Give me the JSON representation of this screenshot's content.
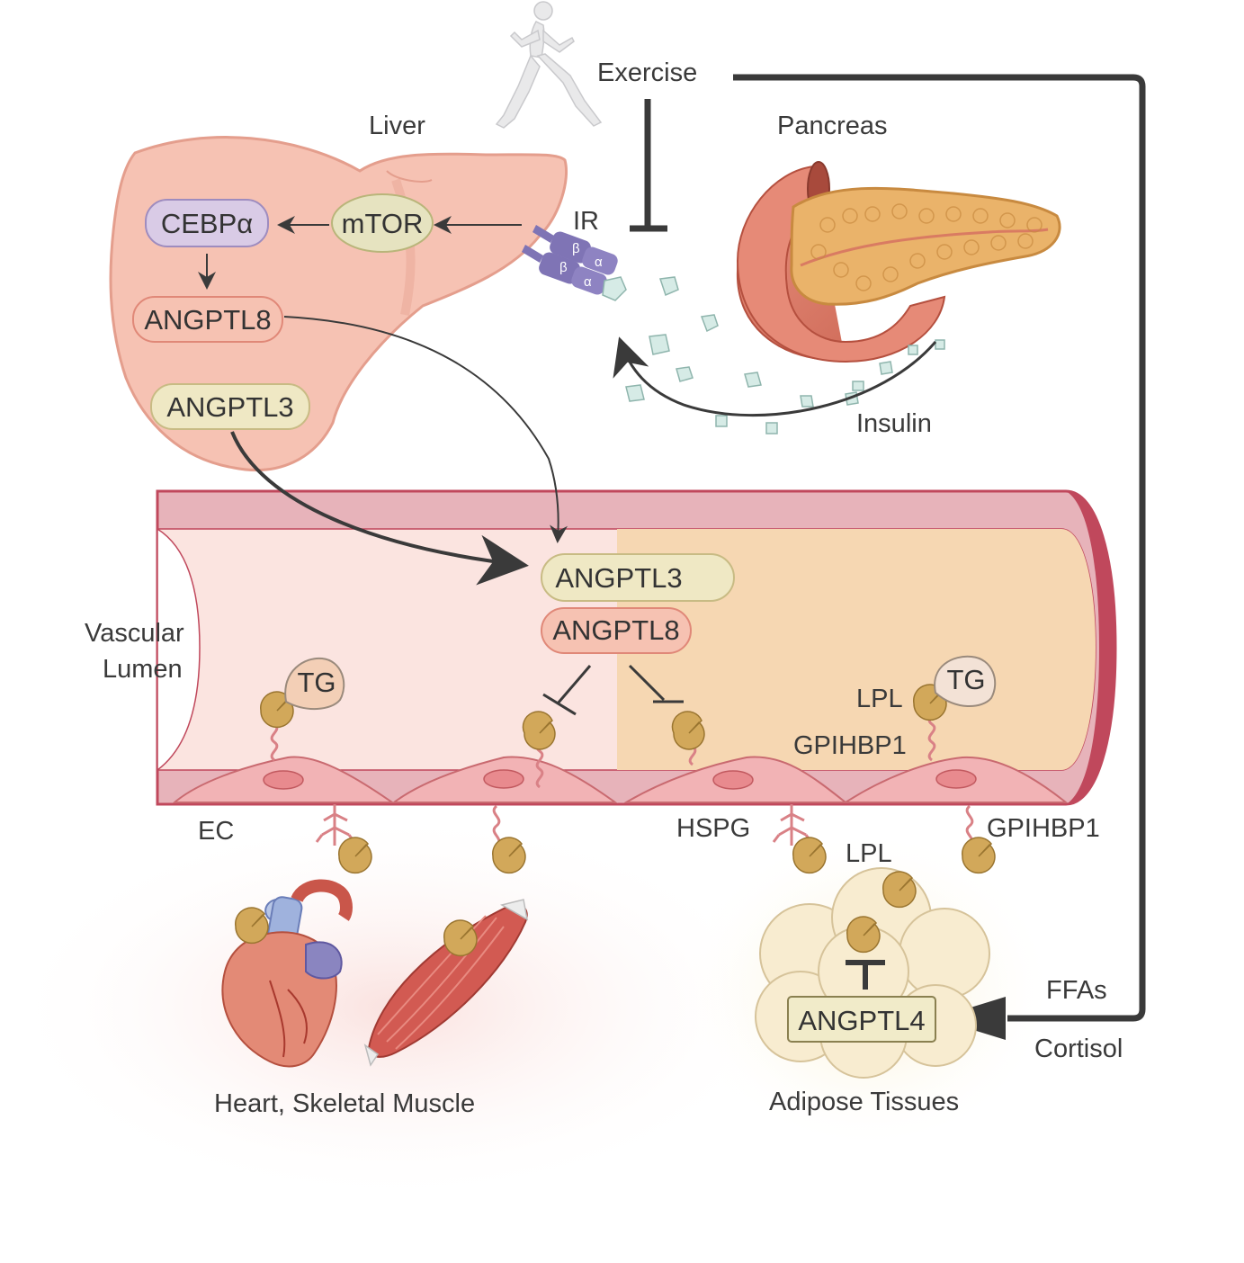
{
  "labels": {
    "exercise": "Exercise",
    "liver": "Liver",
    "pancreas": "Pancreas",
    "ir": "IR",
    "insulin": "Insulin",
    "vascular_lumen_1": "Vascular",
    "vascular_lumen_2": "Lumen",
    "ec": "EC",
    "hspg": "HSPG",
    "gpihbp1_top": "GPIHBP1",
    "gpihbp1_bottom": "GPIHBP1",
    "lpl_top": "LPL",
    "lpl_bottom": "LPL",
    "ffas": "FFAs",
    "cortisol": "Cortisol",
    "heart_muscle": "Heart, Skeletal Muscle",
    "adipose": "Adipose Tissues"
  },
  "receptor_subunits": {
    "alpha": "α",
    "beta": "β"
  },
  "liver_nodes": {
    "cebpa": "CEBPα",
    "mtor": "mTOR",
    "angptl8": "ANGPTL8",
    "angptl3": "ANGPTL3"
  },
  "vessel_nodes": {
    "angptl3": "ANGPTL3",
    "angptl8": "ANGPTL8"
  },
  "tg": {
    "left": "TG",
    "right": "TG"
  },
  "adipose_node": "ANGPTL4",
  "colors": {
    "liver": "#f4b8a6",
    "vessel_wall": "#e7b3ba",
    "vessel_edge": "#c0485c",
    "lumen_left": "#fbe4e0",
    "lumen_right": "#f6d7b2",
    "angptl3_fill": "#efe8c4",
    "angptl8_fill": "#f6c2b2",
    "cebpa_fill": "#d9cbe6",
    "mtor_fill": "#e6e3c0",
    "lpl": "#d2a85a",
    "receptor": "#7f74b5",
    "insulin_granule": "#d6ebe6",
    "arrow": "#3a3a3a"
  }
}
